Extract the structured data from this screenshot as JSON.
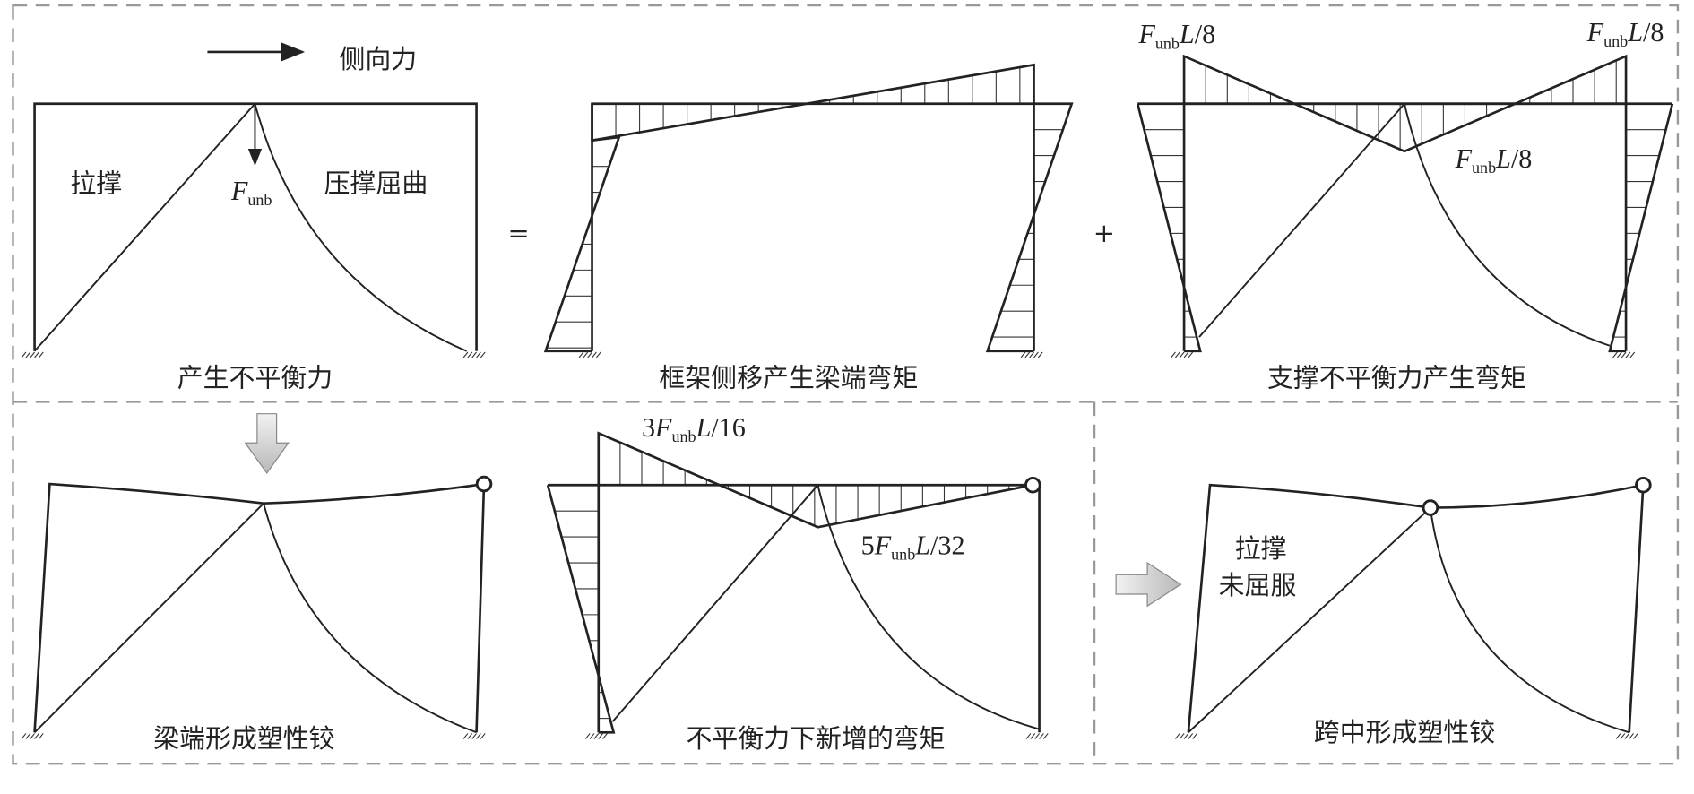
{
  "top": {
    "lateral_force": "侧向力",
    "panel1": {
      "tension_brace": "拉撑",
      "compression_brace": "压撑屈曲",
      "force": {
        "var": "F",
        "sub": "unb"
      },
      "caption": "产生不平衡力"
    },
    "equals": "=",
    "panel2": {
      "caption": "框架侧移产生梁端弯矩"
    },
    "plus": "+",
    "panel3": {
      "caption": "支撑不平衡力产生弯矩",
      "left_moment": {
        "var": "F",
        "sub": "unb",
        "var2": "L",
        "tail": "/8"
      },
      "right_moment": {
        "var": "F",
        "sub": "unb",
        "var2": "L",
        "tail": "/8"
      },
      "mid_moment": {
        "var": "F",
        "sub": "unb",
        "var2": "L",
        "tail": "/8"
      }
    }
  },
  "bottom": {
    "panel1": {
      "caption": "梁端形成塑性铰"
    },
    "panel2": {
      "caption": "不平衡力下新增的弯矩",
      "left_moment": {
        "coef": "3",
        "var": "F",
        "sub": "unb",
        "var2": "L",
        "tail": "/16"
      },
      "mid_moment": {
        "coef": "5",
        "var": "F",
        "sub": "unb",
        "var2": "L",
        "tail": "/32"
      }
    },
    "panel3": {
      "caption": "跨中形成塑性铰",
      "brace_line1": "拉撑",
      "brace_line2": "未屈服"
    }
  }
}
